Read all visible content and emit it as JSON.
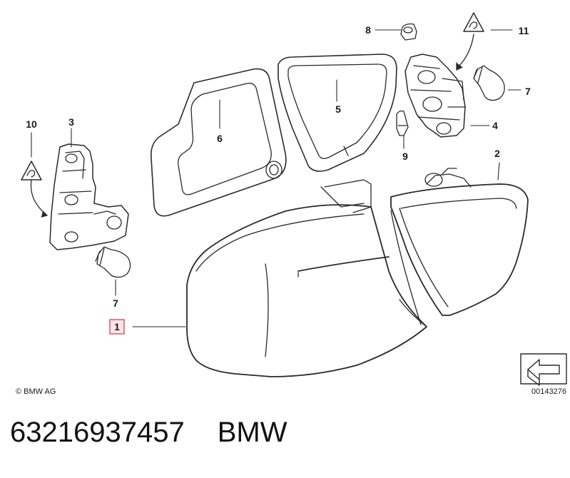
{
  "callouts": {
    "c1": "1",
    "c2": "2",
    "c3": "3",
    "c4": "4",
    "c5": "5",
    "c6": "6",
    "c7a": "7",
    "c7b": "7",
    "c8": "8",
    "c9": "9",
    "c10": "10",
    "c11": "11"
  },
  "copyright": "© BMW AG",
  "doc_number": "00143276",
  "caption": {
    "part_number": "63216937457",
    "brand": "BMW"
  },
  "colors": {
    "line": "#2a2a2a",
    "highlight_box": "#e0556b",
    "highlight_fill": "#fde6ea"
  }
}
